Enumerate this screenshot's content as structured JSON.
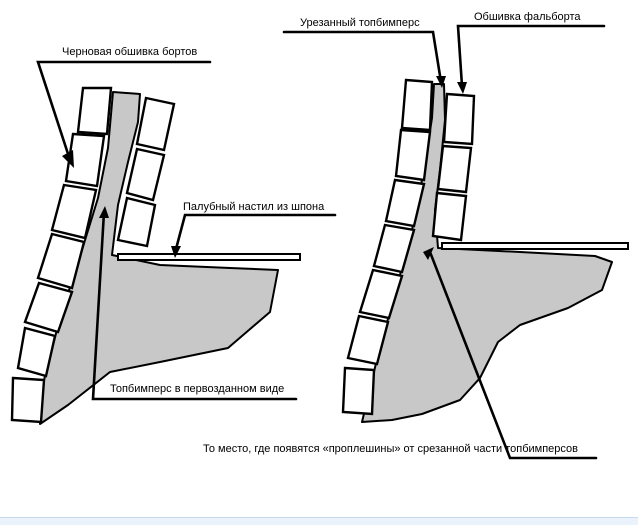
{
  "labels": {
    "rough_planking": "Черновая обшивка бортов",
    "cut_topbimpers": "Урезанный топбимперс",
    "bulwark_planking": "Обшивка фальборта",
    "deck_veneer": "Палубный настил из шпона",
    "original_topbimpers": "Топбимперс в первозданном виде",
    "bald_spots_note": "То место, где появятся «проплешины» от срезанной части топбимперсов"
  },
  "colors": {
    "timber_fill": "#c8c8c8",
    "plank_fill": "#ffffff",
    "outline": "#000000"
  }
}
